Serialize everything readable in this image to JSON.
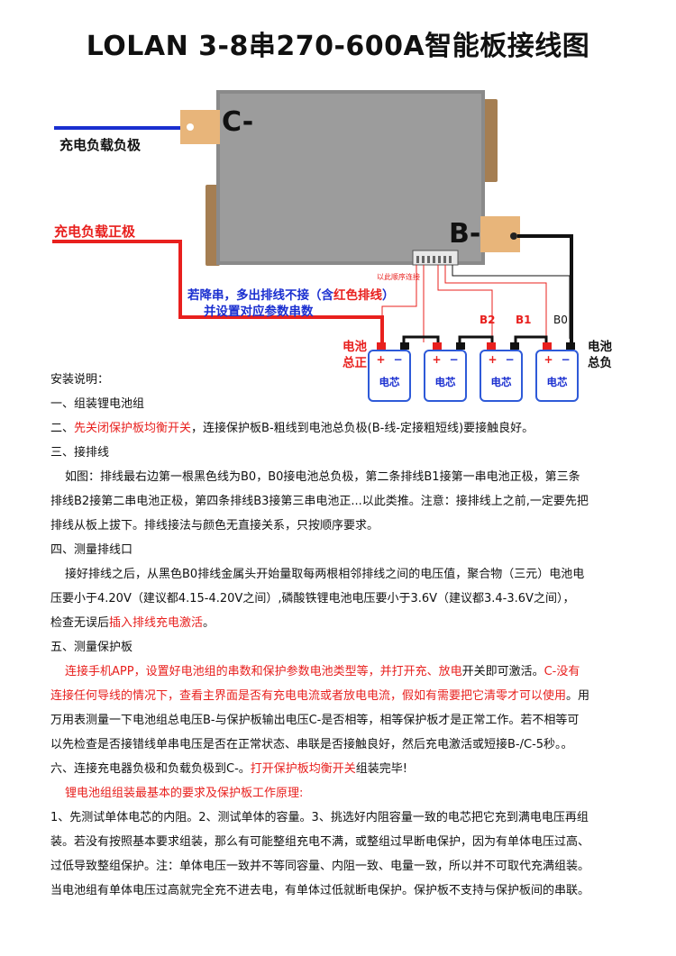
{
  "title": "LOLAN 3-8串270-600A智能板接线图",
  "diagram": {
    "c_minus": "C-",
    "b_minus": "B-",
    "charge_load_negative": "充电负载负极",
    "charge_load_positive": "充电负载正极",
    "order_note": "以此顺序连接",
    "note_line1": "若降串，多出排线不接（含",
    "note_line1_red": "红色排线",
    "note_line1_end": "）",
    "note_line2": "并设置对应参数串数",
    "b2": "B2",
    "b1": "B1",
    "b0": "B0",
    "total_positive_1": "电池",
    "total_positive_2": "总正",
    "total_negative_1": "电池",
    "total_negative_2": "总负",
    "plus": "+",
    "minus": "−",
    "cell_label": "电芯",
    "cell_count": 4
  },
  "instructions": {
    "heading": "安装说明：",
    "s1": "一、组装锂电池组",
    "s2_prefix": "二、",
    "s2_red": "先关闭保护板均衡开关",
    "s2_rest": "，连接保护板B-粗线到电池总负极(B-线-定接粗短线)要接触良好。",
    "s3": "三、接排线",
    "s3_p1": "如图：排线最右边第一根黑色线为B0，B0接电池总负极，第二条排线B1接第一串电池正极，第三条",
    "s3_p2": "排线B2接第二串电池正极，第四条排线B3接第三串电池正...以此类推。注意：接排线上之前,一定要先把",
    "s3_p3": "排线从板上拔下。排线接法与颜色无直接关系，只按顺序要求。",
    "s4": "四、测量排线口",
    "s4_p1": "接好排线之后，从黑色B0排线金属头开始量取每两根相邻排线之间的电压值，聚合物（三元）电池电",
    "s4_p2": "压要小于4.20V（建议都4.15-4.20V之间）,磷酸铁锂电池电压要小于3.6V（建议都3.4-3.6V之间），",
    "s4_p3_a": "检查无误后",
    "s4_p3_red": "插入排线充电激活",
    "s4_p3_b": "。",
    "s5": "五、测量保护板",
    "s5_p1_red": "连接手机APP，设置好电池组的串数和保护参数电池类型等，并打开充、放电",
    "s5_p1_b": "开关即可激活。",
    "s5_p1_red2": "C-没有",
    "s5_p2_red": "连接任何导线的情况下，查看主界面是否有充电电流或者放电电流，假如有需要把它清零才可以使用",
    "s5_p2_b": "。用",
    "s5_p3": "万用表测量一下电池组总电压B-与保护板输出电压C-是否相等，相等保护板才是正常工作。若不相等可",
    "s5_p4": "以先检查是否接错线单串电压是否在正常状态、串联是否接触良好，然后充电激活或短接B-/C-5秒。。",
    "s6_a": "六、连接充电器负极和负载负极到C-。",
    "s6_red": "打开保护板均衡开关",
    "s6_b": "组装完毕!",
    "req_title": "锂电池组组装最基本的要求及保护板工作原理:",
    "req_p1": "1、先测试单体电芯的内阻。2、测试单体的容量。3、挑选好内阻容量一致的电芯把它充到满电电压再组",
    "req_p2": "装。若没有按照基本要求组装，那么有可能整组充电不满，或整组过早断电保护，因为有单体电压过高、",
    "req_p3": "过低导致整组保护。注：单体电压一致并不等同容量、内阻一致、电量一致，所以并不可取代充满组装。",
    "req_p4": "当电池组有单体电压过高就完全充不进去电，有单体过低就断电保护。保护板不支持与保护板间的串联。"
  }
}
